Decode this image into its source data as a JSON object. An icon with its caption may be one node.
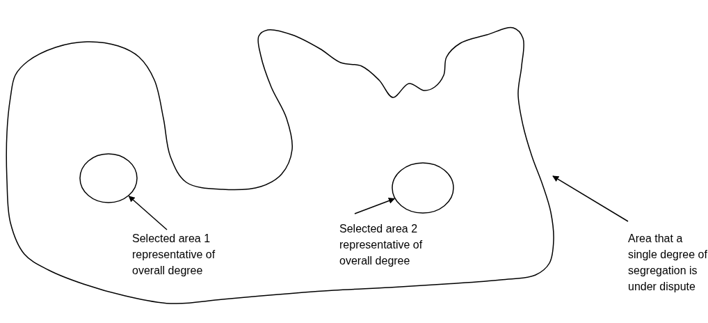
{
  "diagram": {
    "nodes": [
      {
        "text": [],
        "shape": "blob"
      },
      {
        "text": [],
        "shape": "circle",
        "in": 0
      },
      {
        "text": [],
        "shape": "circle",
        "in": 0
      },
      {
        "text": [
          "Selected area 1 representative of overall degree"
        ],
        "in": 0
      },
      {
        "text": [
          "Selected area 2 representative of overall degree"
        ],
        "in": 0
      },
      {
        "text": [
          "Area that a single degree of segregation is under dispute"
        ]
      }
    ],
    "edges": [
      {
        "from": 3,
        "to": 1,
        "arrow": "to"
      },
      {
        "from": 4,
        "to": 2,
        "arrow": "to"
      },
      {
        "from": 5,
        "to": 0,
        "arrow": "to"
      }
    ]
  }
}
